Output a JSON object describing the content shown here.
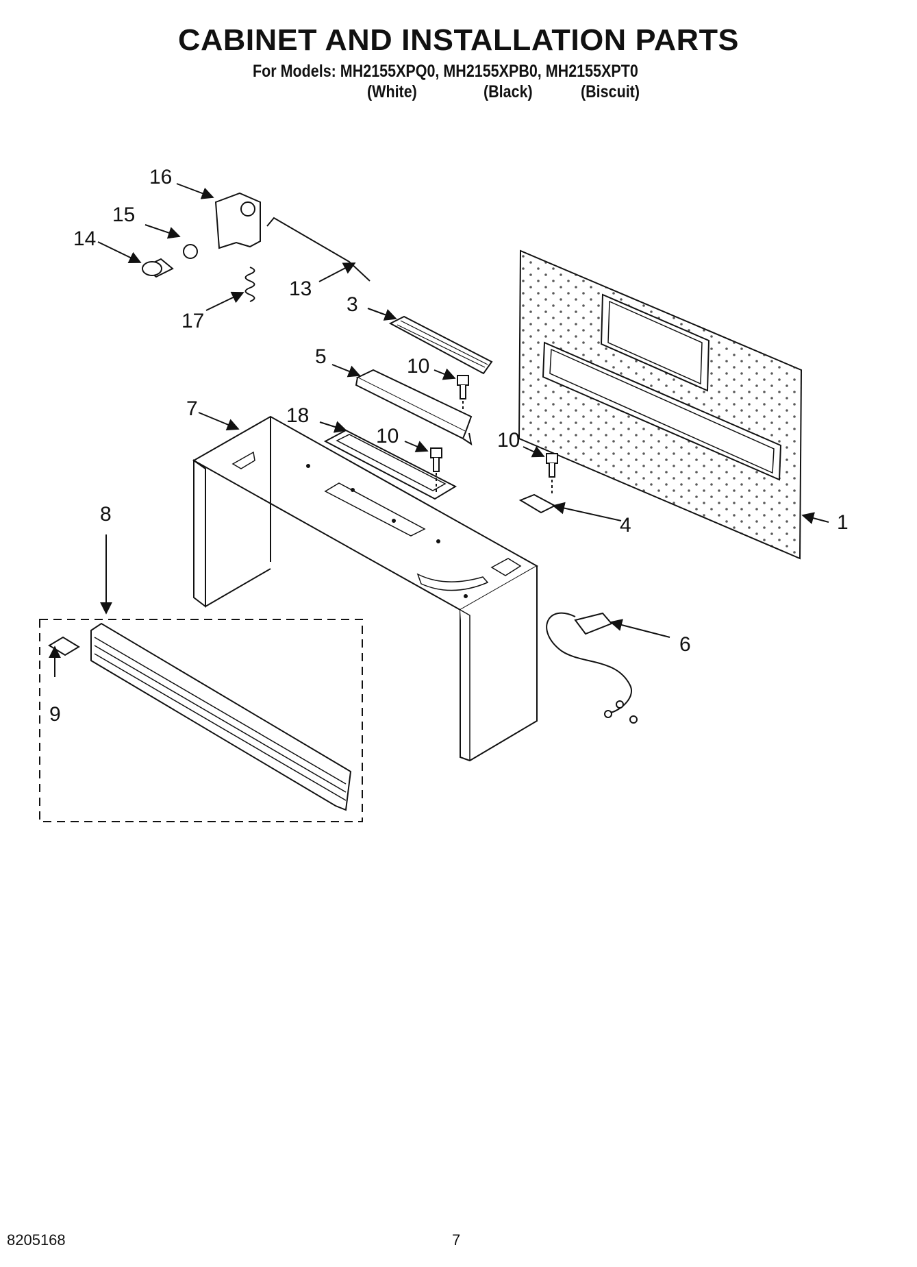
{
  "header": {
    "title": "CABINET AND INSTALLATION PARTS",
    "models_line": "For Models: MH2155XPQ0, MH2155XPB0, MH2155XPT0",
    "colors": [
      "(White)",
      "(Black)",
      "(Biscuit)"
    ]
  },
  "callouts": {
    "c1": "1",
    "c3": "3",
    "c4": "4",
    "c5": "5",
    "c6": "6",
    "c7": "7",
    "c8": "8",
    "c9": "9",
    "c10a": "10",
    "c10b": "10",
    "c10c": "10",
    "c13": "13",
    "c14": "14",
    "c15": "15",
    "c16": "16",
    "c17": "17",
    "c18": "18"
  },
  "footer": {
    "part_number": "8205168",
    "page_number": "7"
  }
}
